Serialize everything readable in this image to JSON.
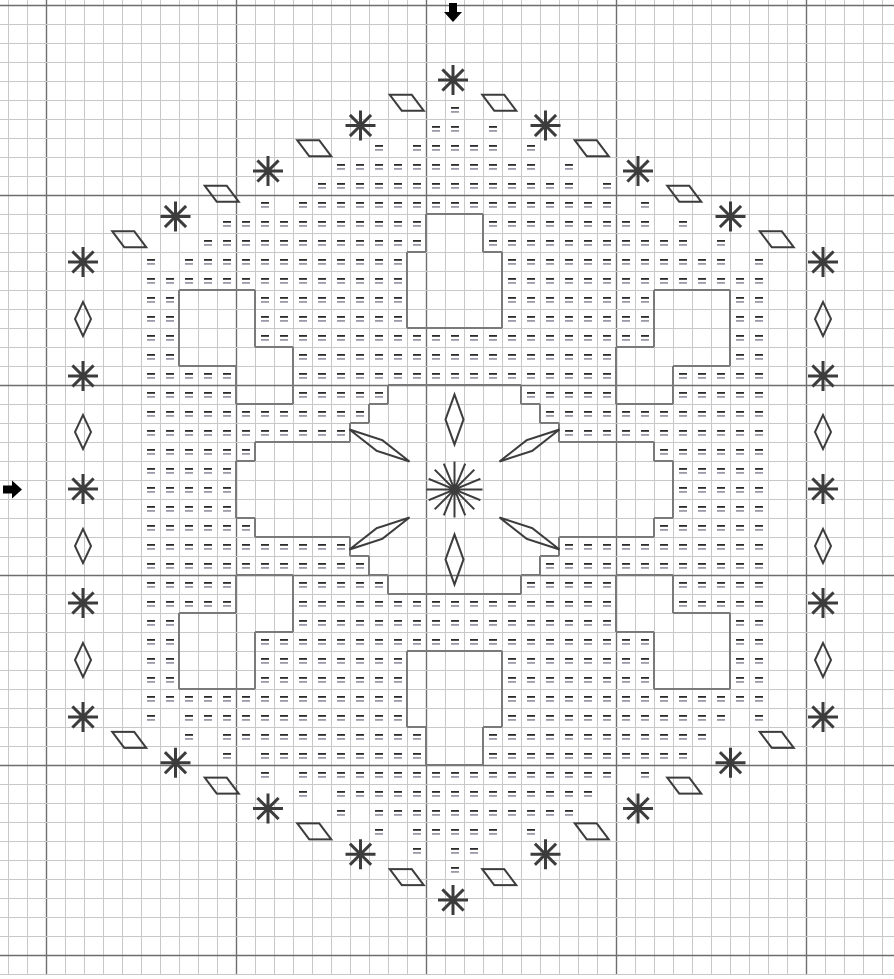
{
  "chart": {
    "type": "cross-stitch-pattern",
    "grid": {
      "cols": 47,
      "rows": 51,
      "major_every": 10,
      "minor_color": "#c8c8c8",
      "major_color": "#6e6e6e"
    },
    "colors": {
      "stitch_dark": "#3c3c3c",
      "stitch_outline": "#7a7a7a",
      "stitch_light": "#8f8f8f",
      "dash_top": "#2b2b2b",
      "dash_bottom": "#9a9aa8",
      "center_arrow": "#000000"
    },
    "symbols": {
      "fill": "dash-pair",
      "border_star": "asterisk-star",
      "border_diamond": "outline-diamond",
      "border_rhombus": "slanted-rhombus",
      "center": "starburst"
    },
    "center_markers": [
      "top-arrow",
      "left-arrow"
    ]
  }
}
